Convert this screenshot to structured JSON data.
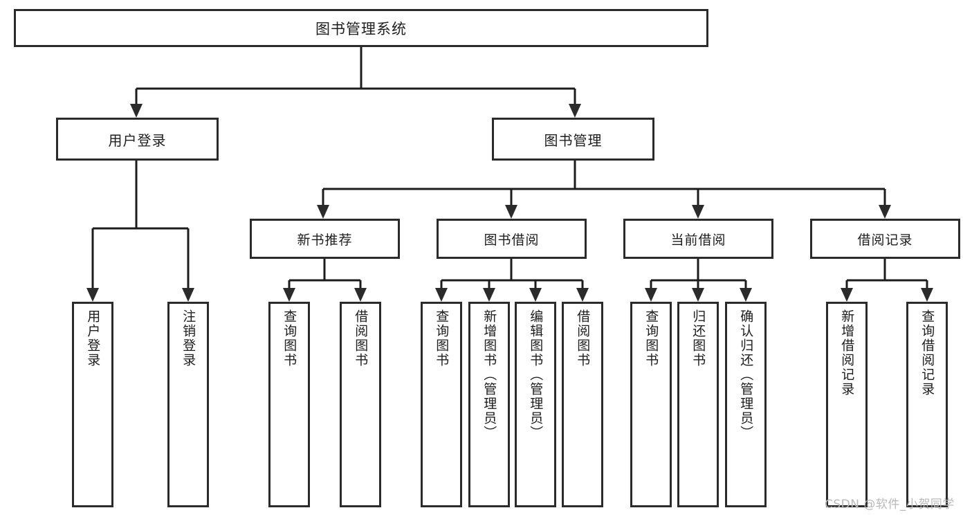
{
  "diagram": {
    "type": "tree-hierarchy",
    "title": "图书管理系统",
    "root": {
      "label": "图书管理系统"
    },
    "level2": [
      {
        "id": "user-login",
        "label": "用户登录"
      },
      {
        "id": "book-manage",
        "label": "图书管理"
      }
    ],
    "level3": [
      {
        "id": "new-book-recommend",
        "label": "新书推荐"
      },
      {
        "id": "book-borrow",
        "label": "图书借阅"
      },
      {
        "id": "current-borrow",
        "label": "当前借阅"
      },
      {
        "id": "borrow-record",
        "label": "借阅记录"
      }
    ],
    "leaves": {
      "user_login": [
        {
          "id": "leaf-user-login",
          "label": "用户登录"
        },
        {
          "id": "leaf-logout-login",
          "label": "注销登录"
        }
      ],
      "new_book_recommend": [
        {
          "id": "leaf-query-book-1",
          "label": "查询图书"
        },
        {
          "id": "leaf-borrow-book-1",
          "label": "借阅图书"
        }
      ],
      "book_borrow": [
        {
          "id": "leaf-query-book-2",
          "label": "查询图书"
        },
        {
          "id": "leaf-add-book",
          "label": "新增图书（管理员）"
        },
        {
          "id": "leaf-edit-book",
          "label": "编辑图书（管理员）"
        },
        {
          "id": "leaf-borrow-book-2",
          "label": "借阅图书"
        }
      ],
      "current_borrow": [
        {
          "id": "leaf-query-book-3",
          "label": "查询图书"
        },
        {
          "id": "leaf-return-book",
          "label": "归还图书"
        },
        {
          "id": "leaf-confirm-return",
          "label": "确认归还（管理员）"
        }
      ],
      "borrow_record": [
        {
          "id": "leaf-add-record",
          "label": "新增借阅记录"
        },
        {
          "id": "leaf-query-record",
          "label": "查询借阅记录"
        }
      ]
    },
    "colors": {
      "background": "#ffffff",
      "box_border": "#2b2b2b",
      "box_fill": "#ffffff",
      "connector": "#1c1c1c",
      "text": "#1d1d1d",
      "watermark": "#b9b9b9"
    }
  },
  "watermark": {
    "text": "CSDN @软件_小贺同学"
  }
}
